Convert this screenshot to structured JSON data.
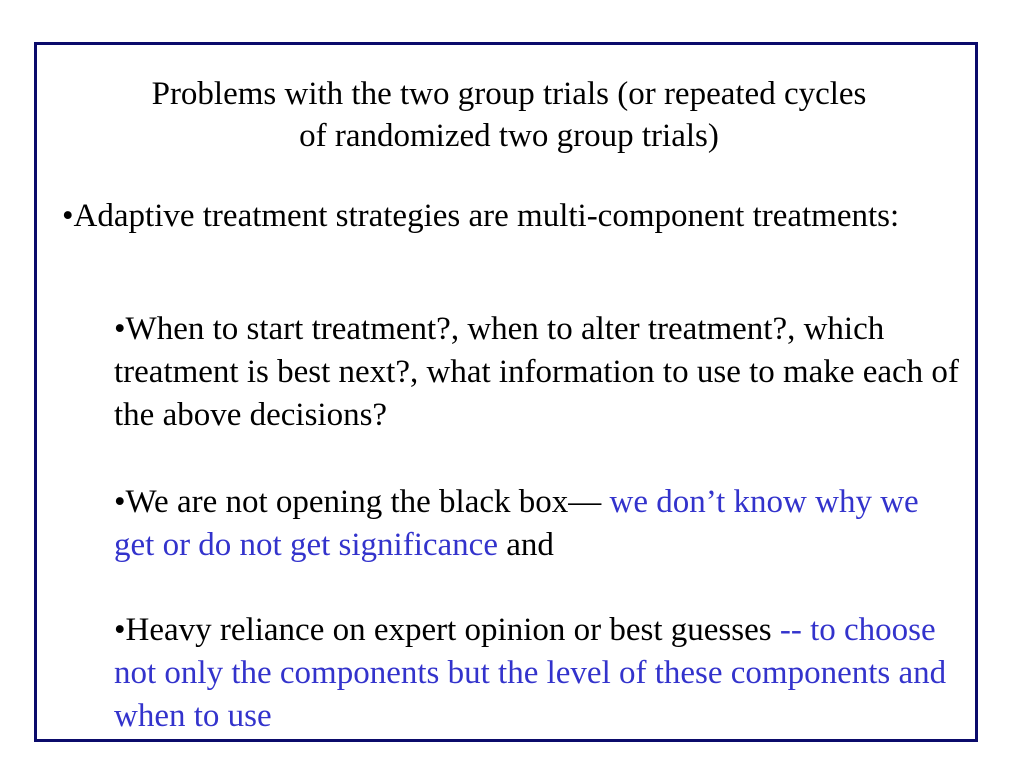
{
  "slide": {
    "title_line1": "Problems with the two group trials (or repeated cycles",
    "title_line2": "of randomized two group trials)",
    "bullet1": "•Adaptive treatment strategies are multi-component treatments:",
    "sub1": "•When to start treatment?, when to alter treatment?, which treatment is best next?, what information to use to make each of the above decisions?",
    "sub2_black": "•We are not opening the black box— ",
    "sub2_blue": "we don’t know why we get or do not get significance",
    "sub2_tail": " and",
    "sub3_black": "•Heavy reliance on expert opinion or best guesses ",
    "sub3_blue": "-- to choose not only the components but the level of these components and when to use"
  },
  "colors": {
    "border": "#0b0b6b",
    "accent_text": "#3333cc"
  }
}
